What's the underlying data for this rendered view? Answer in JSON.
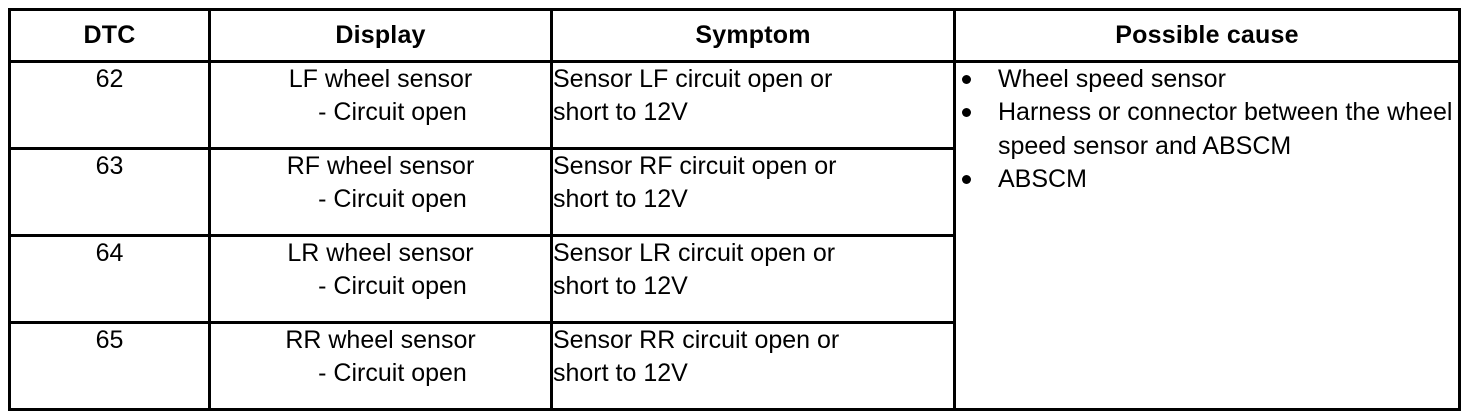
{
  "table": {
    "columns": [
      {
        "key": "dtc",
        "label": "DTC"
      },
      {
        "key": "display",
        "label": "Display"
      },
      {
        "key": "symptom",
        "label": "Symptom"
      },
      {
        "key": "cause",
        "label": "Possible cause"
      }
    ],
    "rows": [
      {
        "dtc": "62",
        "display_line1": "LF wheel sensor",
        "display_line2": "- Circuit open",
        "symptom_line1": "Sensor LF circuit open or",
        "symptom_line2": "short to 12V"
      },
      {
        "dtc": "63",
        "display_line1": "RF wheel sensor",
        "display_line2": "- Circuit open",
        "symptom_line1": "Sensor RF circuit open or",
        "symptom_line2": "short to 12V"
      },
      {
        "dtc": "64",
        "display_line1": "LR wheel sensor",
        "display_line2": "- Circuit open",
        "symptom_line1": "Sensor LR circuit open or",
        "symptom_line2": "short to 12V"
      },
      {
        "dtc": "65",
        "display_line1": "RR wheel sensor",
        "display_line2": "- Circuit open",
        "symptom_line1": "Sensor RR circuit open or",
        "symptom_line2": "short to 12V"
      }
    ],
    "possible_cause": {
      "items": [
        "Wheel speed sensor",
        "Harness or connector between the wheel speed sensor and ABSCM",
        "ABSCM"
      ]
    }
  },
  "colors": {
    "background": "#ffffff",
    "text": "#000000",
    "border": "#000000"
  }
}
